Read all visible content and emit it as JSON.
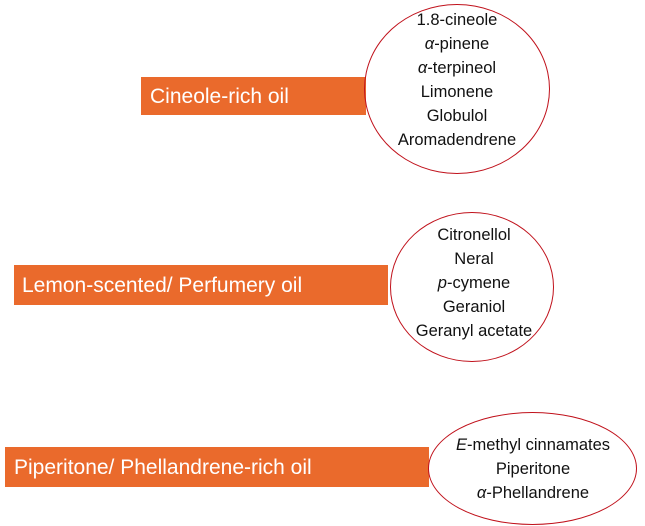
{
  "accent_color": "#ea6a2c",
  "ring_color": "#c0111b",
  "groups": [
    {
      "label": "Cineole-rich oil",
      "compounds": [
        {
          "prefix": "",
          "name": "1.8-cineole"
        },
        {
          "prefix": "α",
          "name": "-pinene"
        },
        {
          "prefix": "α",
          "name": "-terpineol"
        },
        {
          "prefix": "",
          "name": "Limonene"
        },
        {
          "prefix": "",
          "name": "Globulol"
        },
        {
          "prefix": "",
          "name": "Aromadendrene"
        }
      ]
    },
    {
      "label": "Lemon-scented/ Perfumery oil",
      "compounds": [
        {
          "prefix": "",
          "name": "Citronellol"
        },
        {
          "prefix": "",
          "name": "Neral"
        },
        {
          "prefix": "p",
          "name": "-cymene"
        },
        {
          "prefix": "",
          "name": "Geraniol"
        },
        {
          "prefix": "",
          "name": "Geranyl acetate"
        }
      ]
    },
    {
      "label": "Piperitone/ Phellandrene-rich oil",
      "compounds": [
        {
          "prefix": "E",
          "name": "-methyl cinnamates"
        },
        {
          "prefix": "",
          "name": "Piperitone"
        },
        {
          "prefix": "α",
          "name": "-Phellandrene"
        }
      ]
    }
  ]
}
